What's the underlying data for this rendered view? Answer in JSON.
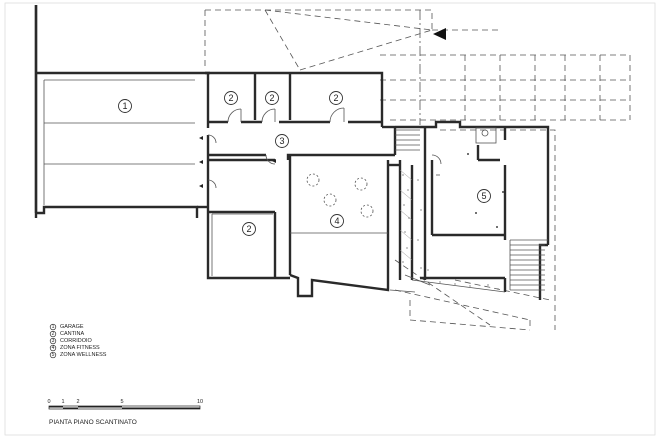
{
  "rooms": [
    {
      "number": "1"
    },
    {
      "number": "2"
    },
    {
      "number": "2"
    },
    {
      "number": "2"
    },
    {
      "number": "3"
    },
    {
      "number": "4"
    },
    {
      "number": "2"
    },
    {
      "number": "5"
    }
  ],
  "legend": [
    {
      "number": "1",
      "label": "GARAGE"
    },
    {
      "number": "2",
      "label": "CANTINA"
    },
    {
      "number": "3",
      "label": "CORRIDOIO"
    },
    {
      "number": "4",
      "label": "ZONA FITNESS"
    },
    {
      "number": "5",
      "label": "ZONA WELLNESS"
    }
  ],
  "scale_bar": {
    "ticks": [
      "0",
      "1",
      "2",
      "5",
      "10"
    ]
  },
  "plan_title": "PIANTA PIANO SCANTINATO"
}
